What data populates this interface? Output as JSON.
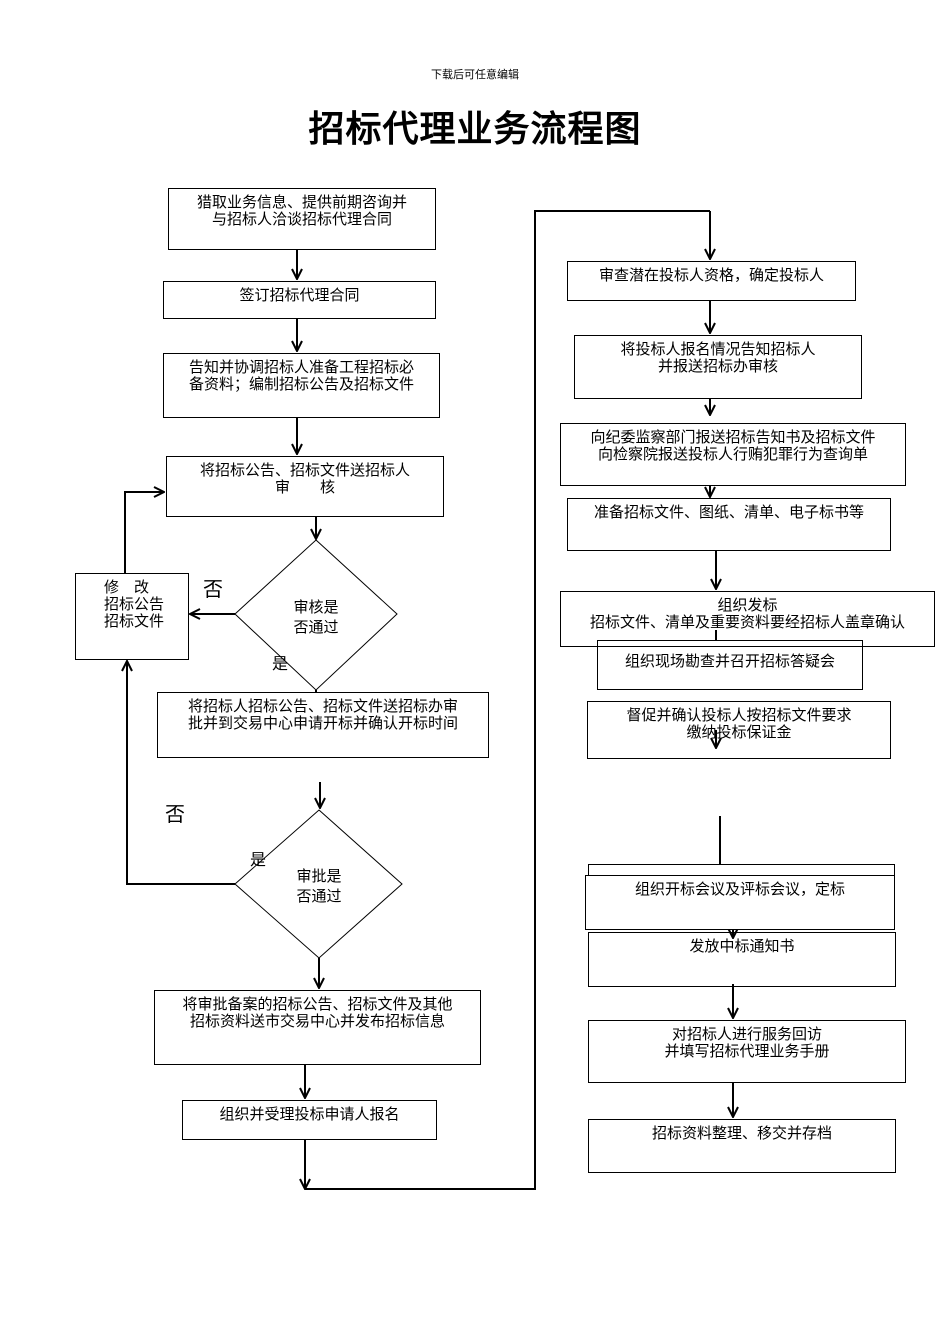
{
  "header_note": "下载后可任意编辑",
  "title": "招标代理业务流程图",
  "left": {
    "step1": "猎取业务信息、提供前期咨询并\n与招标人洽谈招标代理合同",
    "step2": "签订招标代理合同",
    "step3": "告知并协调招标人准备工程招标必\n备资料；编制招标公告及招标文件",
    "step4": "将招标公告、招标文件送招标人\n审　　核",
    "decision1": "审核是\n否通过",
    "modify": "修　改\n招标公告\n招标文件",
    "no1": "否",
    "yes1": "是",
    "step5": "将招标人招标公告、招标文件送招标办审\n批并到交易中心申请开标并确认开标时间",
    "no2": "否",
    "yes2": "是",
    "decision2": "审批是\n否通过",
    "step6": "将审批备案的招标公告、招标文件及其他\n招标资料送市交易中心并发布招标信息",
    "step7": "组织并受理投标申请人报名"
  },
  "right": {
    "r1": "审查潜在投标人资格，确定投标人",
    "r2": "将投标人报名情况告知招标人\n并报送招标办审核",
    "r3": "向纪委监察部门报送招标告知书及招标文件\n向检察院报送投标人行贿犯罪行为查询单",
    "r4": "准备招标文件、图纸、清单、电子标书等",
    "r5": "组织发标\n招标文件、清单及重要资料要经招标人盖章确认",
    "r6": "组织现场勘查并召开招标答疑会",
    "r7": "督促并确认投标人按招标文件要求\n缴纳投标保证金",
    "r8": "组织开标会议及评标会议，定标",
    "r9": "发放中标通知书",
    "r10": "对招标人进行服务回访\n并填写招标代理业务手册",
    "r11": "招标资料整理、移交并存档"
  }
}
